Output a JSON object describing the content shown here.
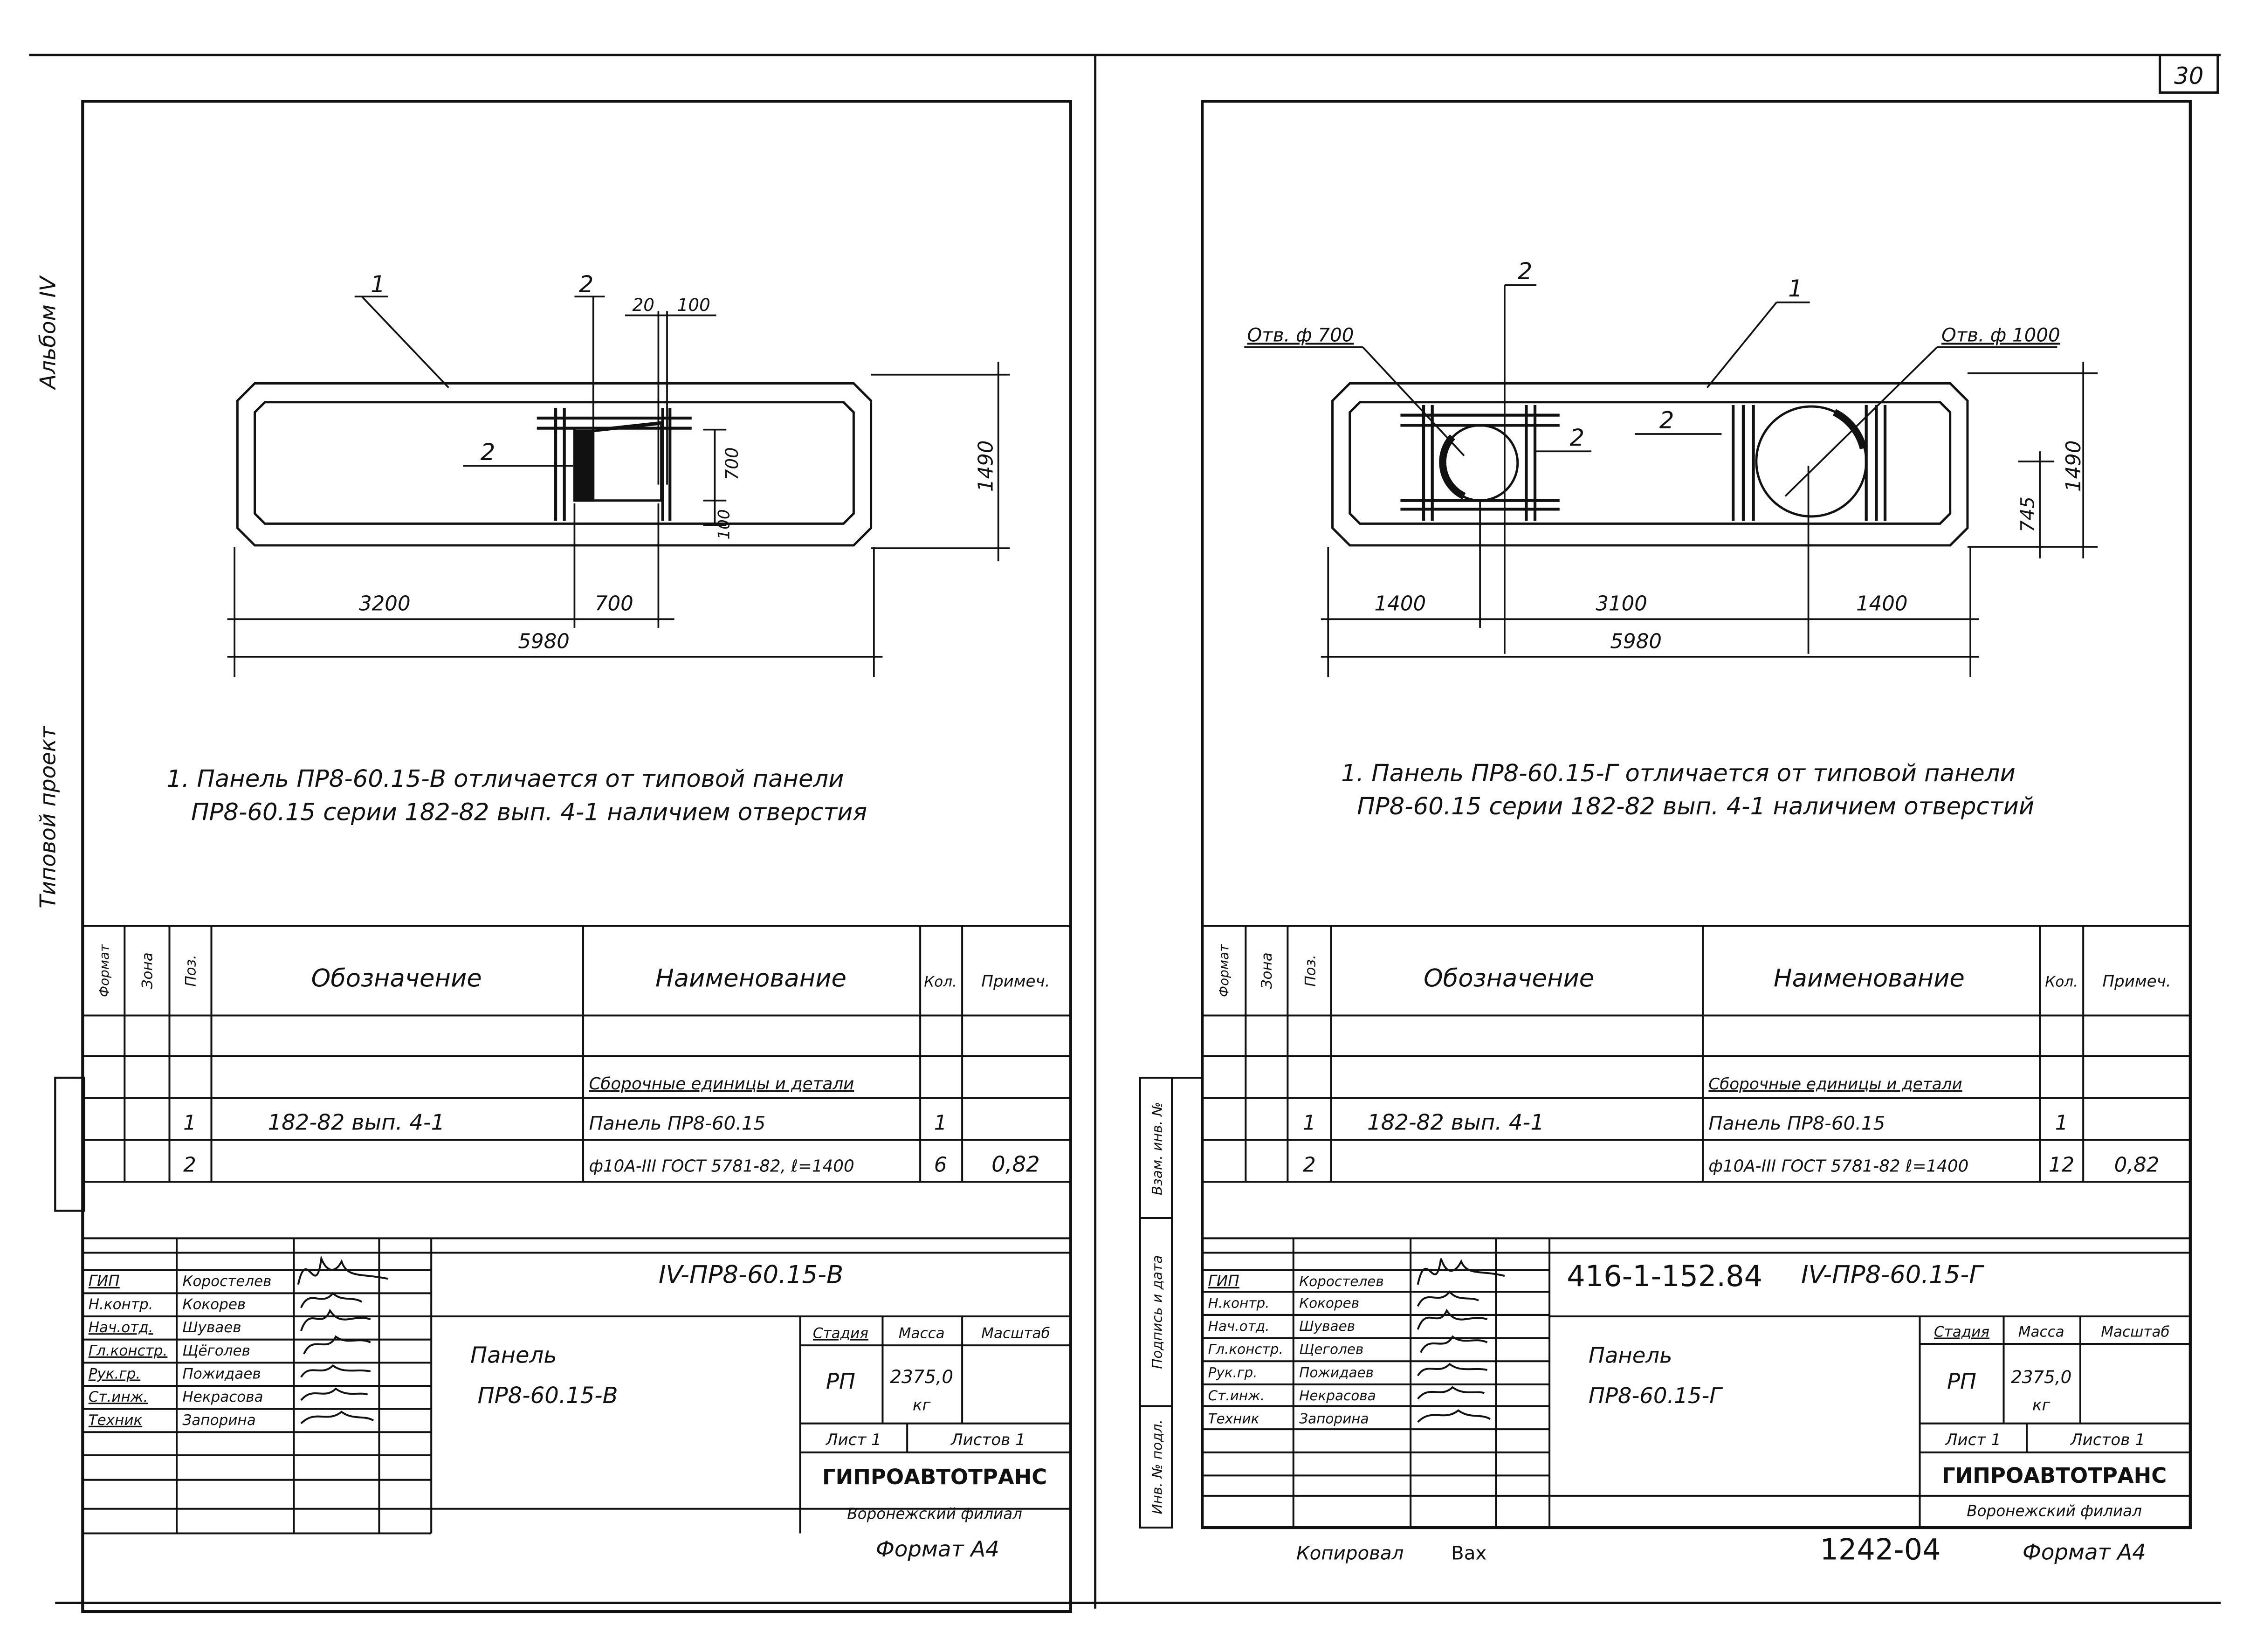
{
  "sheet_number": "30",
  "side_labels": {
    "album": "Альбом IV",
    "project": "Типовой проект"
  },
  "left_panel": {
    "callouts": {
      "c1": "1",
      "c2a": "2",
      "c2b": "2",
      "d20": "20",
      "d100": "100"
    },
    "dims": {
      "h1490": "1490",
      "h700": "700",
      "h100": "100",
      "d3200": "3200",
      "d700": "700",
      "d5980": "5980"
    },
    "note": [
      "1. Панель ПР8-60.15-В отличается от типовой панели",
      "ПР8-60.15 серии 182-82 вып. 4-1 наличием отверстия"
    ],
    "spec": {
      "headers": [
        "Формат",
        "Зона",
        "Поз.",
        "Обозначение",
        "Наименование",
        "Кол.",
        "Примеч."
      ],
      "section": "Сборочные единицы и детали",
      "rows": [
        {
          "pos": "1",
          "designation": "182-82 вып. 4-1",
          "name": "Панель ПР8-60.15",
          "qty": "1",
          "note": ""
        },
        {
          "pos": "2",
          "designation": "",
          "name": "ф10А-III ГОСТ 5781-82, ℓ=1400",
          "qty": "6",
          "note": "0,82"
        }
      ]
    },
    "stamp": {
      "roles": [
        "ГИП",
        "Н.контр.",
        "Нач.отд.",
        "Гл.констр.",
        "Рук.гр.",
        "Ст.инж.",
        "Техник"
      ],
      "names": [
        "Коростелев",
        "Кокорев",
        "Шуваев",
        "Щёголев",
        "Пожидаев",
        "Некрасова",
        "Запорина"
      ],
      "code": "IV-ПР8-60.15-В",
      "title_line1": "Панель",
      "title_line2": "ПР8-60.15-В",
      "stage_label": "Стадия",
      "mass_label": "Масса",
      "scale_label": "Масштаб",
      "stage": "РП",
      "mass": "2375,0",
      "mass_unit": "кг",
      "sheet": "Лист 1",
      "sheets": "Листов 1",
      "org": "ГИПРОАВТОТРАНС",
      "branch": "Воронежский филиал"
    },
    "format": "Формат А4"
  },
  "right_panel": {
    "callouts": {
      "c2": "2",
      "c1": "1",
      "c2b": "2",
      "c2c": "2",
      "hole700": "Отв. ф 700",
      "hole1000": "Отв. ф 1000"
    },
    "dims": {
      "h1490": "1490",
      "h745": "745",
      "d1400a": "1400",
      "d3100": "3100",
      "d1400b": "1400",
      "d5980": "5980"
    },
    "note": [
      "1. Панель ПР8-60.15-Г отличается от типовой панели",
      "ПР8-60.15 серии 182-82 вып. 4-1 наличием отверстий"
    ],
    "side_stamp": [
      "Взам. инв. №",
      "Подпись и дата",
      "Инв. № подл."
    ],
    "spec": {
      "headers": [
        "Формат",
        "Зона",
        "Поз.",
        "Обозначение",
        "Наименование",
        "Кол.",
        "Примеч."
      ],
      "section": "Сборочные единицы и детали",
      "rows": [
        {
          "pos": "1",
          "designation": "182-82 вып. 4-1",
          "name": "Панель ПР8-60.15",
          "qty": "1",
          "note": ""
        },
        {
          "pos": "2",
          "designation": "",
          "name": "ф10А-III ГОСТ 5781-82 ℓ=1400",
          "qty": "12",
          "note": "0,82"
        }
      ]
    },
    "stamp": {
      "roles": [
        "ГИП",
        "Н.контр.",
        "Нач.отд.",
        "Гл.констр.",
        "Рук.гр.",
        "Ст.инж.",
        "Техник"
      ],
      "names": [
        "Коростелев",
        "Кокорев",
        "Шуваев",
        "Щеголев",
        "Пожидаев",
        "Некрасова",
        "Запорина"
      ],
      "project_no": "416-1-152.84",
      "code": "IV-ПР8-60.15-Г",
      "title_line1": "Панель",
      "title_line2": "ПР8-60.15-Г",
      "stage_label": "Стадия",
      "mass_label": "Масса",
      "scale_label": "Масштаб",
      "stage": "РП",
      "mass": "2375,0",
      "mass_unit": "кг",
      "sheet": "Лист 1",
      "sheets": "Листов 1",
      "org": "ГИПРОАВТОТРАНС",
      "branch": "Воронежский филиал"
    },
    "copied": "Копировал",
    "copied_by": "Вах",
    "order_no": "1242-04",
    "format": "Формат А4"
  }
}
